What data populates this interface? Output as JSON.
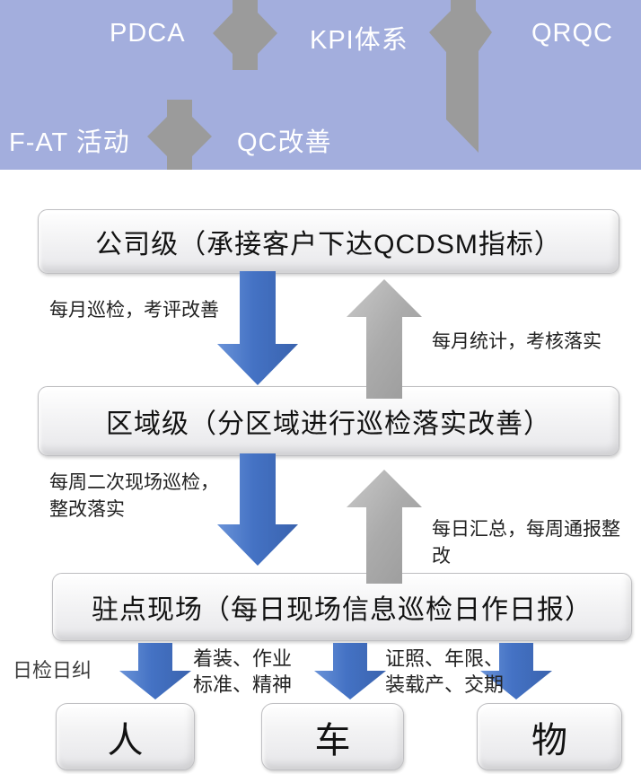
{
  "banner": {
    "items": [
      {
        "label": "PDCA"
      },
      {
        "label": "KPI体系"
      },
      {
        "label": "QRQC"
      },
      {
        "label": "F-AT 活动"
      },
      {
        "label": "QC改善"
      }
    ]
  },
  "levels": [
    {
      "title": "公司级（承接客户下达QCDSM指标）"
    },
    {
      "title": "区域级（分区域进行巡检落实改善）"
    },
    {
      "title": "驻点现场（每日现场信息巡检日作日报）"
    }
  ],
  "flow_labels": {
    "down1": "每月巡检，考评改善",
    "up1": "每月统计，考核落实",
    "down2_line1": "每周二次现场巡检，",
    "down2_line2": "整改落实",
    "up2_line1": "每日汇总，每周通报整",
    "up2_line2": "改"
  },
  "bottom": {
    "side_label": "日检日纠",
    "arrow_labels": [
      {
        "line1": "着装、作业",
        "line2": "标准、精神"
      },
      {
        "line1": "证照、年限、",
        "line2": "装载产、交期"
      }
    ],
    "targets": [
      {
        "label": "人"
      },
      {
        "label": "车"
      },
      {
        "label": "物"
      }
    ]
  },
  "colors": {
    "banner_background": "#A3AEDD",
    "banner_text": "#FFFFFF",
    "banner_shape_gray": "#9B9B9B",
    "arrow_blue": "#4472C4",
    "arrow_gray": "#A6A6A6",
    "box_border": "#BFBFC2",
    "text": "#1A1A1A"
  }
}
